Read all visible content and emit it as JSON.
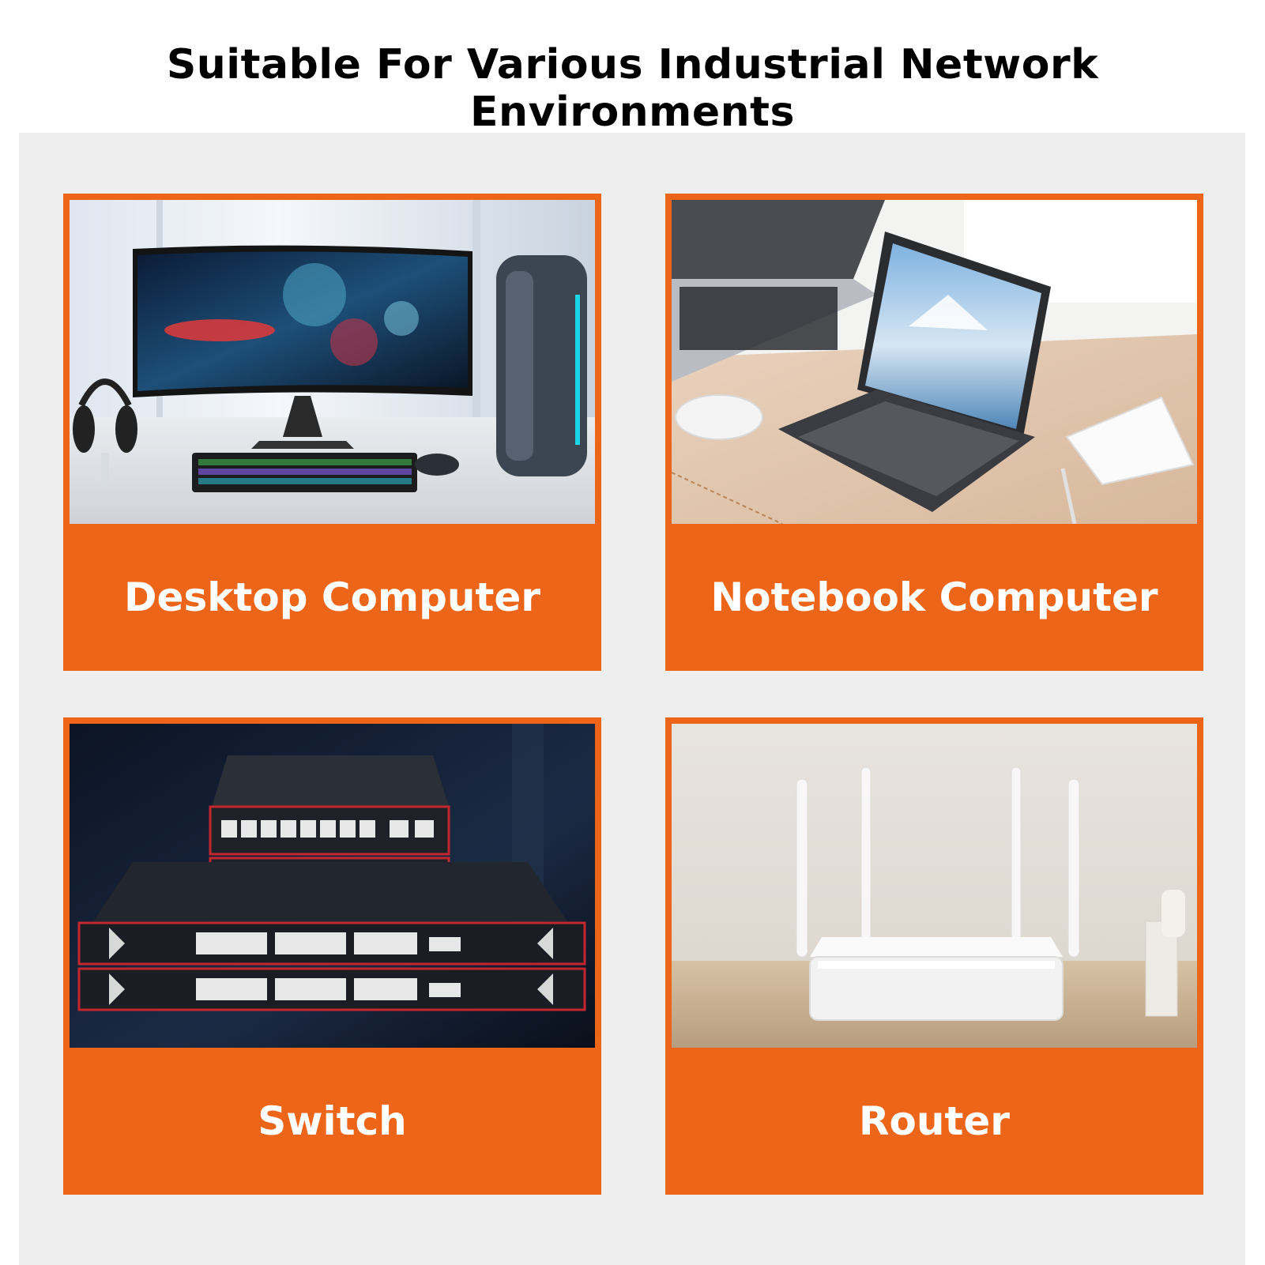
{
  "title": "Suitable For Various Industrial Network Environments",
  "colors": {
    "accent": "#ed6519",
    "panel": "#efeeee",
    "title": "#000000",
    "label": "#ffffff"
  },
  "cards": [
    {
      "label": "Desktop Computer"
    },
    {
      "label": "Notebook Computer"
    },
    {
      "label": "Switch"
    },
    {
      "label": "Router"
    }
  ]
}
